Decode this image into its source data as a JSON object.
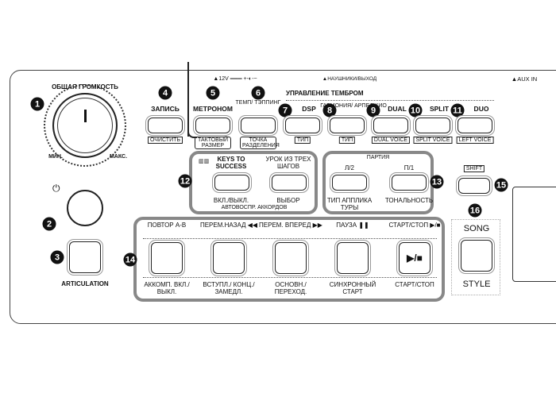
{
  "top_labels": {
    "power": "▲12V ═══ +-◐-−",
    "headphones": "▲НАУШНИКИ/ВЫХОД",
    "aux": "▲AUX IN"
  },
  "volume": {
    "title": "ОБЩАЯ ГРОМКОСТЬ",
    "min": "МИН.",
    "max": "МАКС.",
    "badge": "1"
  },
  "power_badge": "2",
  "articulation": {
    "badge": "3",
    "label": "ARTICULATION"
  },
  "voice_control_title": "УПРАВЛЕНИЕ ТЕМБРОМ",
  "top_buttons": [
    {
      "badge": "4",
      "label": "ЗАПИСЬ",
      "sub": "ОЧИСТИТЬ"
    },
    {
      "badge": "5",
      "label": "МЕТРОНОМ",
      "sub": "ТАКТОВЫЙ РАЗМЕР"
    },
    {
      "badge": "6",
      "label": "ТЕМП/ ТЭППИНГ",
      "sub": "ТОЧКА РАЗДЕЛЕНИЯ"
    },
    {
      "badge": "7",
      "label": "DSP",
      "sub": "ТИП"
    },
    {
      "badge": "8",
      "label": "ГАРМОНИЯ/ АРПЕДЖИО",
      "sub": "ТИП"
    },
    {
      "badge": "9",
      "label": "DUAL",
      "sub": "DUAL VOICE"
    },
    {
      "badge": "10",
      "label": "SPLIT",
      "sub": "SPLIT VOICE"
    },
    {
      "badge": "11",
      "label": "DUO",
      "sub": "LEFT VOICE"
    }
  ],
  "group12": {
    "badge": "12",
    "logo": "▥▥",
    "btn1": "KEYS TO SUCCESS",
    "btn2": "УРОК ИЗ ТРЕХ ШАГОВ",
    "sub1": "ВКЛ./ВЫКЛ.",
    "sub2": "ВЫБОР",
    "footer": "АВТОВОСПР. АККОРДОВ"
  },
  "group13": {
    "badge": "13",
    "title": "ПАРТИЯ",
    "btn1": "Л/2",
    "btn2": "П/1",
    "sub1": "ТИП АППЛИКА ТУРЫ",
    "sub2": "ТОНАЛЬНОСТЬ"
  },
  "shift": {
    "badge": "15",
    "label": "SHIFT"
  },
  "song_style": {
    "badge": "16",
    "song": "SONG",
    "style": "STYLE"
  },
  "group14": {
    "badge": "14",
    "buttons": [
      {
        "top": "ПОВТОР A-B",
        "bottom": "АККОМП. ВКЛ./ВЫКЛ.",
        "face": ""
      },
      {
        "top": "ПЕРЕМ.НАЗАД ◀◀",
        "bottom": "ВСТУПЛ./ КОНЦ./ЗАМЕДЛ.",
        "face": ""
      },
      {
        "top": "ПЕРЕМ. ВПЕРЕД ▶▶",
        "bottom": "ОСНОВН./ ПЕРЕХОД.",
        "face": ""
      },
      {
        "top": "ПАУЗА ❚❚",
        "bottom": "СИНХРОННЫЙ СТАРТ",
        "face": ""
      },
      {
        "top": "СТАРТ/СТОП ▶/■",
        "bottom": "СТАРТ/СТОП",
        "face": "▶/■"
      }
    ]
  }
}
